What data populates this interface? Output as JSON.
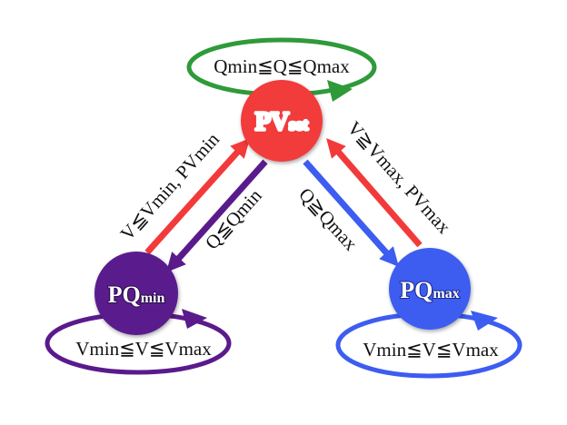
{
  "nodes": {
    "pvset": {
      "main": "PV",
      "sub": "set",
      "color": "#f23a3a"
    },
    "pqmin": {
      "main": "PQ",
      "sub": "min",
      "color": "#5a1a8c"
    },
    "pqmax": {
      "main": "PQ",
      "sub": "max",
      "color": "#3d5cf0"
    }
  },
  "labels": {
    "pvset_loop": "Qmin≦Q≦Qmax",
    "pqmin_loop": "Vmin≦V≦Vmax",
    "pqmax_loop": "Vmin≦V≦Vmax",
    "pqmin_to_pvset": "V≦Vmin, PVmin",
    "pvset_to_pqmin": "Q≦Qmin",
    "pvset_to_pqmax": "Q≧Qmax",
    "pqmax_to_pvset": "V≧Vmax, PVmax"
  },
  "colors": {
    "green_loop": "#2f9a3a",
    "red_arrow": "#f23a3a",
    "purple_arrow": "#5a1a8c",
    "blue_arrow": "#3d5cf0"
  }
}
